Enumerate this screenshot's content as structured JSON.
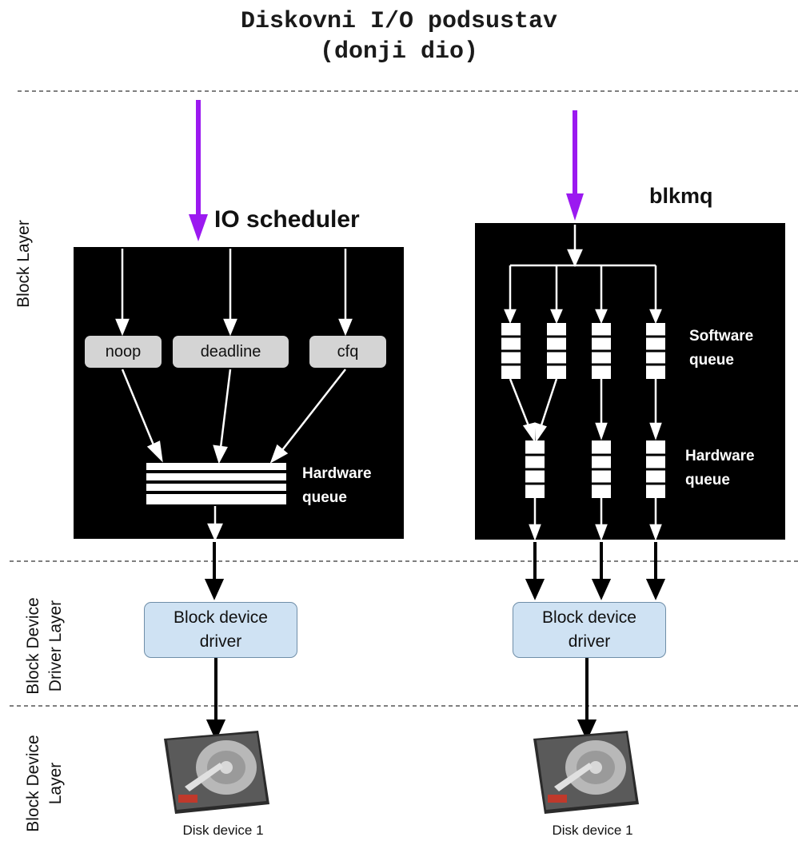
{
  "title": {
    "line1": "Diskovni I/O podsustav",
    "line2": "(donji dio)"
  },
  "layers": {
    "block_layer": "Block Layer",
    "driver_layer_line1": "Block Device",
    "driver_layer_line2": "Driver Layer",
    "device_layer_line1": "Block Device",
    "device_layer_line2": "Layer"
  },
  "left": {
    "heading": "IO scheduler",
    "schedulers": [
      "noop",
      "deadline",
      "cfq"
    ],
    "queue_label_line1": "Hardware",
    "queue_label_line2": "queue",
    "driver_line1": "Block device",
    "driver_line2": "driver",
    "disk_caption": "Disk device 1"
  },
  "right": {
    "heading": "blkmq",
    "software_label_line1": "Software",
    "software_label_line2": "queue",
    "hardware_label_line1": "Hardware",
    "hardware_label_line2": "queue",
    "driver_line1": "Block device",
    "driver_line2": "driver",
    "disk_caption": "Disk device 1"
  },
  "colors": {
    "request_arrow": "#9b19f0",
    "panel": "#000000",
    "scheduler_box": "#d4d4d4",
    "driver_box": "#cfe2f3"
  }
}
